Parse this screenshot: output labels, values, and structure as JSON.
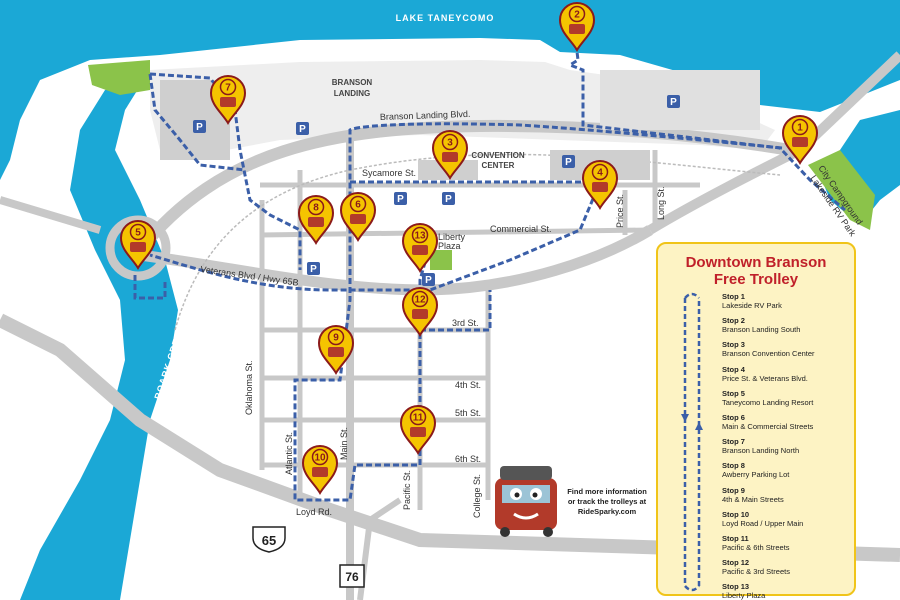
{
  "map": {
    "water": {
      "lake": "LAKE TANEYCOMO",
      "creek": "ROARK CREEK"
    },
    "areas": {
      "branson_landing": "BRANSON\nLANDING",
      "convention_center": "CONVENTION\nCENTER",
      "liberty_plaza": "Liberty\nPlaza"
    },
    "streets": {
      "branson_landing_blvd": "Branson Landing Blvd.",
      "sycamore": "Sycamore St.",
      "commercial": "Commercial St.",
      "veterans": "Veterans Blvd / Hwy 65B",
      "third": "3rd St.",
      "fourth": "4th St.",
      "fifth": "5th St.",
      "sixth": "6th St.",
      "oklahoma": "Oklahoma St.",
      "atlantic": "Atlantic St.",
      "main": "Main St.",
      "pacific": "Pacific St.",
      "college": "College St.",
      "price": "Price St.",
      "long": "Long St.",
      "loyd": "Loyd Rd.",
      "city_campground": "City Campground",
      "lakeside_rv_park": "Lakeside RV Park"
    },
    "highways": {
      "us": "65",
      "state": "76"
    },
    "parking_symbol": "P",
    "pins": [
      "1",
      "2",
      "3",
      "4",
      "5",
      "6",
      "7",
      "8",
      "9",
      "10",
      "11",
      "12",
      "13"
    ]
  },
  "legend": {
    "title_line1": "Downtown Branson",
    "title_line2": "Free Trolley",
    "stops": [
      {
        "label": "Stop 1",
        "desc": "Lakeside RV Park"
      },
      {
        "label": "Stop 2",
        "desc": "Branson Landing South"
      },
      {
        "label": "Stop 3",
        "desc": "Branson Convention Center"
      },
      {
        "label": "Stop 4",
        "desc": "Price St. & Veterans Blvd."
      },
      {
        "label": "Stop 5",
        "desc": "Taneycomo Landing Resort"
      },
      {
        "label": "Stop 6",
        "desc": "Main & Commercial Streets"
      },
      {
        "label": "Stop 7",
        "desc": "Branson Landing North"
      },
      {
        "label": "Stop 8",
        "desc": "Awberry Parking Lot"
      },
      {
        "label": "Stop 9",
        "desc": "4th & Main Streets"
      },
      {
        "label": "Stop 10",
        "desc": "Loyd Road / Upper Main"
      },
      {
        "label": "Stop 11",
        "desc": "Pacific & 6th Streets"
      },
      {
        "label": "Stop 12",
        "desc": "Pacific & 3rd Streets"
      },
      {
        "label": "Stop 13",
        "desc": "Liberty Plaza"
      }
    ]
  },
  "info": {
    "line1": "Find more information",
    "line2": "or track the trolleys at",
    "line3": "RideSparky.com"
  },
  "colors": {
    "water": "#1ba8d6",
    "road": "#c8c8c8",
    "route": "#3b5fa8",
    "pin": "#f5c400",
    "pin_border": "#8b1a1a",
    "legend_title": "#c0202a",
    "park": "#8bc34a"
  }
}
